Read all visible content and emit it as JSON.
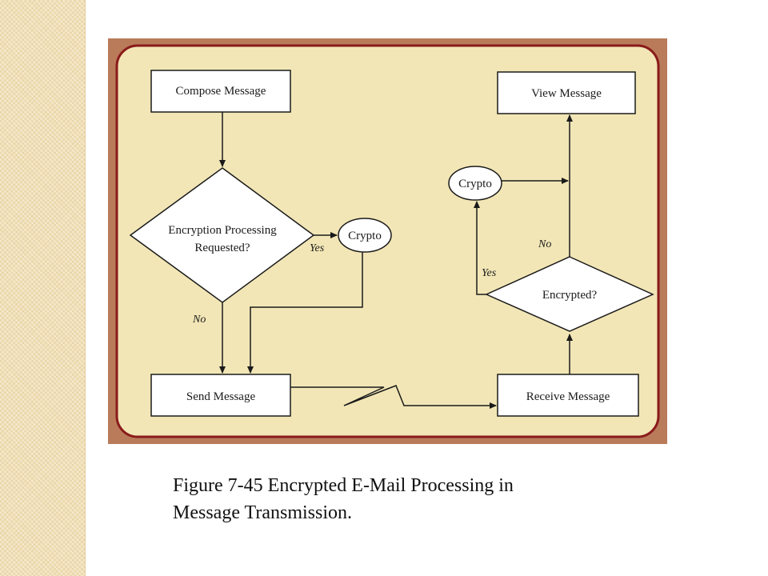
{
  "nodes": {
    "compose": "Compose Message",
    "decision_line1": "Encryption Processing",
    "decision_line2": "Requested?",
    "crypto_send": "Crypto",
    "send": "Send Message",
    "receive": "Receive Message",
    "encrypted": "Encrypted?",
    "crypto_receive": "Crypto",
    "view": "View Message"
  },
  "edges": {
    "yes_send": "Yes",
    "no_send": "No",
    "yes_receive": "Yes",
    "no_receive": "No"
  },
  "caption": {
    "line1": "Figure 7-45  Encrypted E-Mail Processing in",
    "line2": "Message Transmission."
  }
}
